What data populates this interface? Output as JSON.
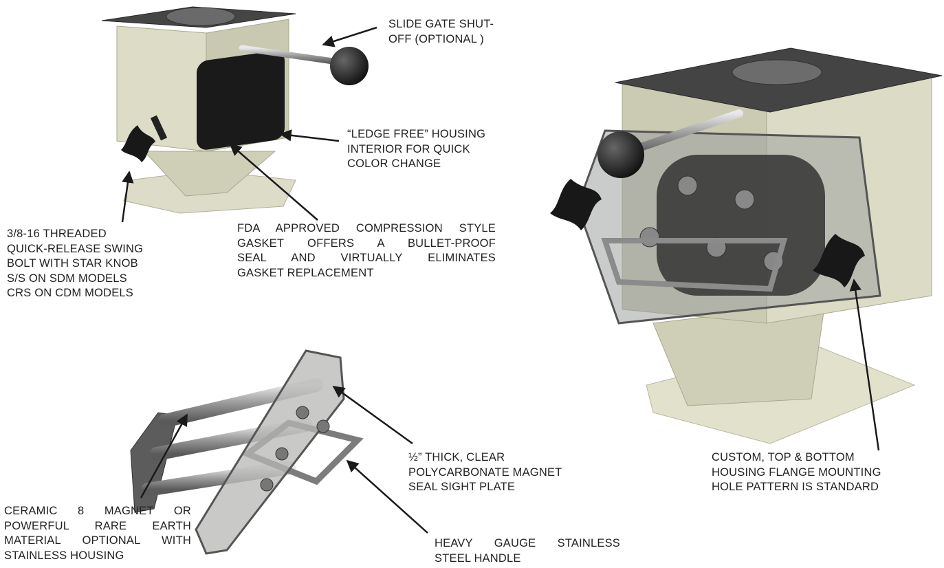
{
  "callouts": {
    "slide_gate": [
      "SLIDE GATE SHUT-",
      "OFF (OPTIONAL )"
    ],
    "ledge_free": [
      "“LEDGE FREE” HOUSING",
      "INTERIOR FOR QUICK",
      "COLOR CHANGE"
    ],
    "fda_gasket": [
      "FDA APPROVED COMPRESSION STYLE",
      "GASKET OFFERS A BULLET-PROOF",
      "SEAL AND VIRTUALLY ELIMINATES",
      "GASKET REPLACEMENT"
    ],
    "swing_bolt": [
      "3/8-16 THREADED",
      "QUICK-RELEASE SWING",
      "BOLT WITH STAR KNOB",
      "S/S ON SDM MODELS",
      "CRS ON CDM MODELS"
    ],
    "sight_plate": [
      "½” THICK, CLEAR",
      "POLYCARBONATE MAGNET",
      "SEAL SIGHT PLATE"
    ],
    "magnet_material": [
      "CERAMIC 8 MAGNET OR",
      "POWERFUL RARE EARTH",
      "MATERIAL OPTIONAL WITH",
      "STAINLESS HOUSING"
    ],
    "handle": [
      "HEAVY GAUGE STAINLESS",
      "STEEL HANDLE"
    ],
    "flange": [
      "CUSTOM, TOP & BOTTOM",
      "HOUSING FLANGE MOUNTING",
      "HOLE PATTERN IS STANDARD"
    ]
  },
  "colors": {
    "housing": "#d9d8c2",
    "housing_shade": "#b9b8a0",
    "flange_top": "#3f3f3f",
    "knob": "#161616",
    "steel": "#9a9a9a",
    "arrow": "#1a1a1a"
  }
}
